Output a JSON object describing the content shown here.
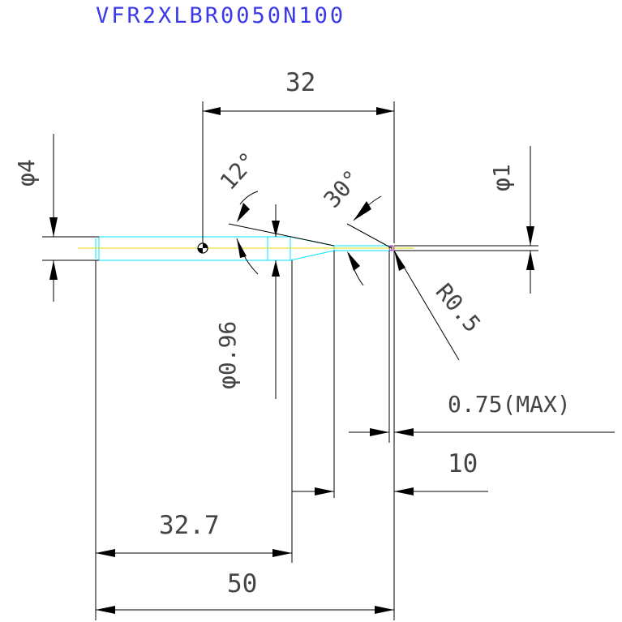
{
  "title": "VFR2XLBR0050N100",
  "dimensions": {
    "overall_length": "50",
    "neck_length": "32",
    "taper_start": "32.7",
    "effective_length": "10",
    "flat_max": "0.75(MAX)",
    "shank_diameter": "φ4",
    "tip_diameter": "φ1",
    "neck_diameter": "φ0.96",
    "corner_radius": "R0.5",
    "taper_angle": "12°",
    "tip_angle": "30°"
  },
  "colors": {
    "title": "#3a3ae8",
    "outline": "#00e5ff",
    "axis": "#e8d800",
    "tip": "#c0389a",
    "dimension": "#000000"
  }
}
